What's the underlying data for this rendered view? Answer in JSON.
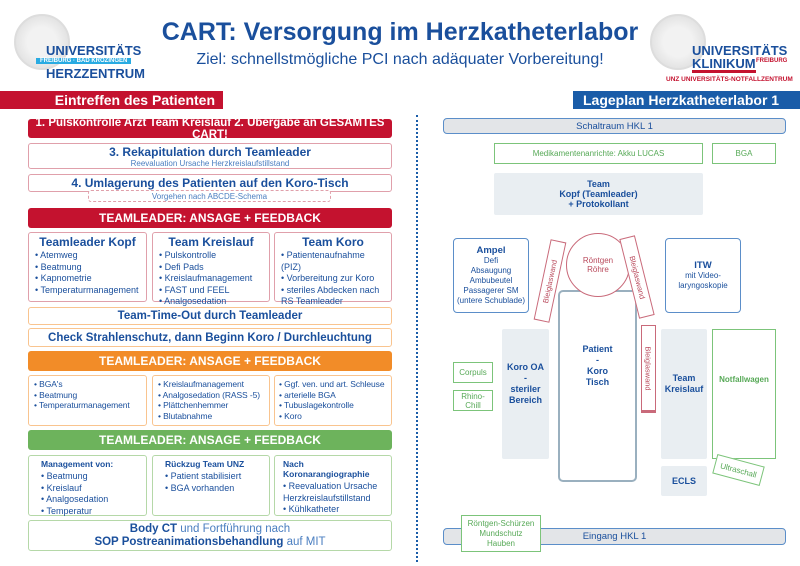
{
  "logos": {
    "left": {
      "line1": "UNIVERSITÄTS",
      "line2": "FREIBURG · BAD KROZINGEN",
      "line3": "HERZZENTRUM"
    },
    "right": {
      "line1": "UNIVERSITÄTS",
      "line2": "KLINIKUM",
      "line2b": "FREIBURG",
      "line3": "UNZ UNIVERSITÄTS-NOTFALLZENTRUM"
    }
  },
  "header": {
    "title": "CART: Versorgung im Herzkatheterlabor",
    "subtitle": "Ziel: schnellstmögliche PCI nach adäquater Vorbereitung!"
  },
  "left": {
    "section_title": "Eintreffen des Patienten",
    "step1": "1. Pulskontrolle Arzt Team Kreislauf 2. Übergabe an GESAMTES CART!",
    "step3": {
      "title": "3. Rekapitulation durch Teamleader",
      "sub": "Reevaluation Ursache Herzkreislaufstillstand"
    },
    "step4": {
      "title": "4. Umlagerung des Patienten auf den Koro-Tisch",
      "sub": "Vorgehen nach ABCDE-Schema"
    },
    "phase1": {
      "bar": "TEAMLEADER: ANSAGE + FEEDBACK",
      "cols": [
        {
          "title": "Teamleader Kopf",
          "items": [
            "Atemweg",
            "Beatmung",
            "Kapnometrie",
            "Temperaturmanagement"
          ]
        },
        {
          "title": "Team Kreislauf",
          "items": [
            "Pulskontrolle",
            "Defi Pads",
            "Kreislaufmanagement",
            "FAST und FEEL",
            "Analgosedation"
          ]
        },
        {
          "title": "Team Koro",
          "items": [
            "Patientenaufnahme (PIZ)",
            "Vorbereitung zur Koro",
            "steriles Abdecken nach RS Teamleader"
          ]
        }
      ]
    },
    "timeout": "Team-Time-Out durch Teamleader",
    "check": "Check Strahlenschutz, dann Beginn Koro / Durchleuchtung",
    "phase2": {
      "bar": "TEAMLEADER: ANSAGE + FEEDBACK",
      "cols": [
        {
          "items": [
            "BGA's",
            "Beatmung",
            "Temperaturmanagement"
          ]
        },
        {
          "items": [
            "Kreislaufmanagement",
            "Analgosedation (RASS -5)",
            "Plättchenhemmer",
            "Blutabnahme"
          ]
        },
        {
          "items": [
            "Ggf. ven. und art. Schleuse",
            "arterielle BGA",
            "Tubuslagekontrolle",
            "Koro"
          ]
        }
      ]
    },
    "phase3": {
      "bar": "TEAMLEADER: ANSAGE + FEEDBACK",
      "cols": [
        {
          "title": "Management von:",
          "items": [
            "Beatmung",
            "Kreislauf",
            "Analgosedation",
            "Temperatur"
          ]
        },
        {
          "title": "Rückzug Team UNZ",
          "items": [
            "Patient stabilisiert",
            "BGA vorhanden"
          ]
        },
        {
          "title": "Nach Koronarangiographie",
          "items": [
            "Reevaluation Ursache Herzkreislaufstillstand",
            "Kühlkatheter"
          ]
        }
      ]
    },
    "final": {
      "b1": "Body CT",
      "t1": " und Fortführung nach",
      "b2": "SOP Postreanimationsbehandlung",
      "t2": " auf MIT"
    }
  },
  "right": {
    "section_title": "Lageplan Herzkatheterlabor 1",
    "schaltraum": "Schaltraum HKL 1",
    "medikamente": "Medikamentenanrichte: Akku LUCAS",
    "bga": "BGA",
    "team_kopf": [
      "Team",
      "Kopf (Teamleader)",
      "+ Protokollant"
    ],
    "ampel": {
      "title": "Ampel",
      "items": [
        "Defi",
        "Absaugung",
        "Ambubeutel",
        "Passagerer SM",
        "(untere Schublade)"
      ]
    },
    "itw": {
      "title": "ITW",
      "items": [
        "mit Video-",
        "laryngoskopie"
      ]
    },
    "roentgen": [
      "Röntgen",
      "Röhre"
    ],
    "bleiglaswand": "Bleiglaswand",
    "patient": [
      "Patient",
      "-",
      "Koro",
      "Tisch"
    ],
    "koro_oa": [
      "Koro OA",
      "-",
      "steriler",
      "Bereich"
    ],
    "team_kreislauf": [
      "Team",
      "Kreislauf"
    ],
    "notfallwagen": "Notfallwagen",
    "ecls": "ECLS",
    "ultraschall": "Ultraschall",
    "corpuls": "Corpuls",
    "rhino": [
      "Rhino-",
      "Chill"
    ],
    "schuerzen": [
      "Röntgen-Schürzen",
      "Mundschutz",
      "Hauben"
    ],
    "eingang": "Eingang HKL 1"
  },
  "colors": {
    "red": "#c4122f",
    "orange": "#f28c28",
    "green": "#6db35c",
    "blue": "#1a4f9c"
  }
}
